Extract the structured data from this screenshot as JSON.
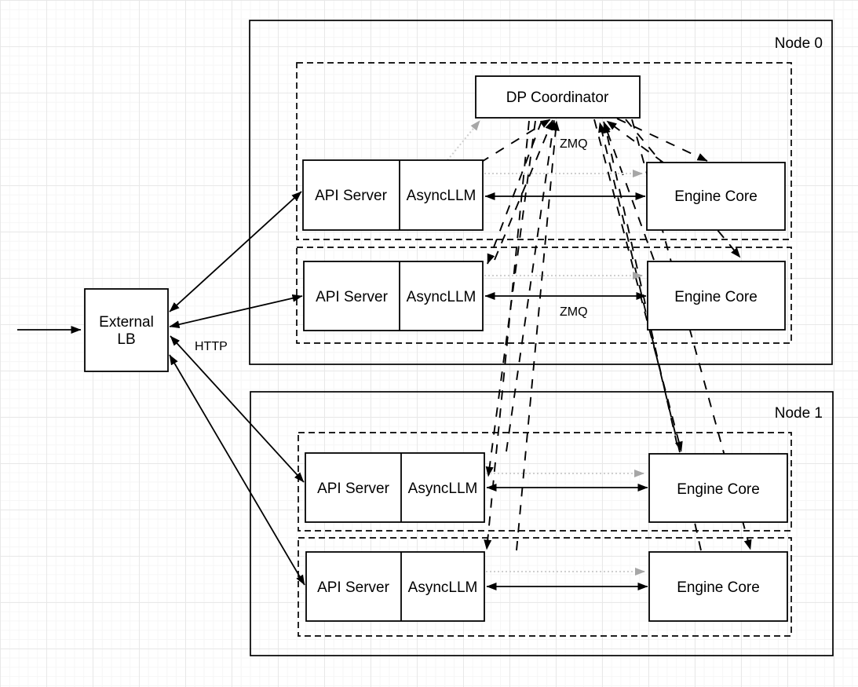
{
  "external_lb": {
    "line1": "External",
    "line2": "LB"
  },
  "coordinator": {
    "label": "DP Coordinator"
  },
  "nodes": [
    {
      "label": "Node 0"
    },
    {
      "label": "Node 1"
    }
  ],
  "replicas": [
    {
      "api_server": "API Server",
      "asyncllm": "AsyncLLM",
      "engine_core": "Engine Core"
    },
    {
      "api_server": "API Server",
      "asyncllm": "AsyncLLM",
      "engine_core": "Engine Core"
    },
    {
      "api_server": "API Server",
      "asyncllm": "AsyncLLM",
      "engine_core": "Engine Core"
    },
    {
      "api_server": "API Server",
      "asyncllm": "AsyncLLM",
      "engine_core": "Engine Core"
    }
  ],
  "edge_labels": {
    "http": "HTTP",
    "zmq_top": "ZMQ",
    "zmq_mid": "ZMQ"
  },
  "colors": {
    "line": "#000000",
    "dotted_line": "#cfcfcf",
    "dotted_arrow": "#a6a6a6",
    "box_fill": "#ffffff",
    "background": "#ffffff"
  }
}
